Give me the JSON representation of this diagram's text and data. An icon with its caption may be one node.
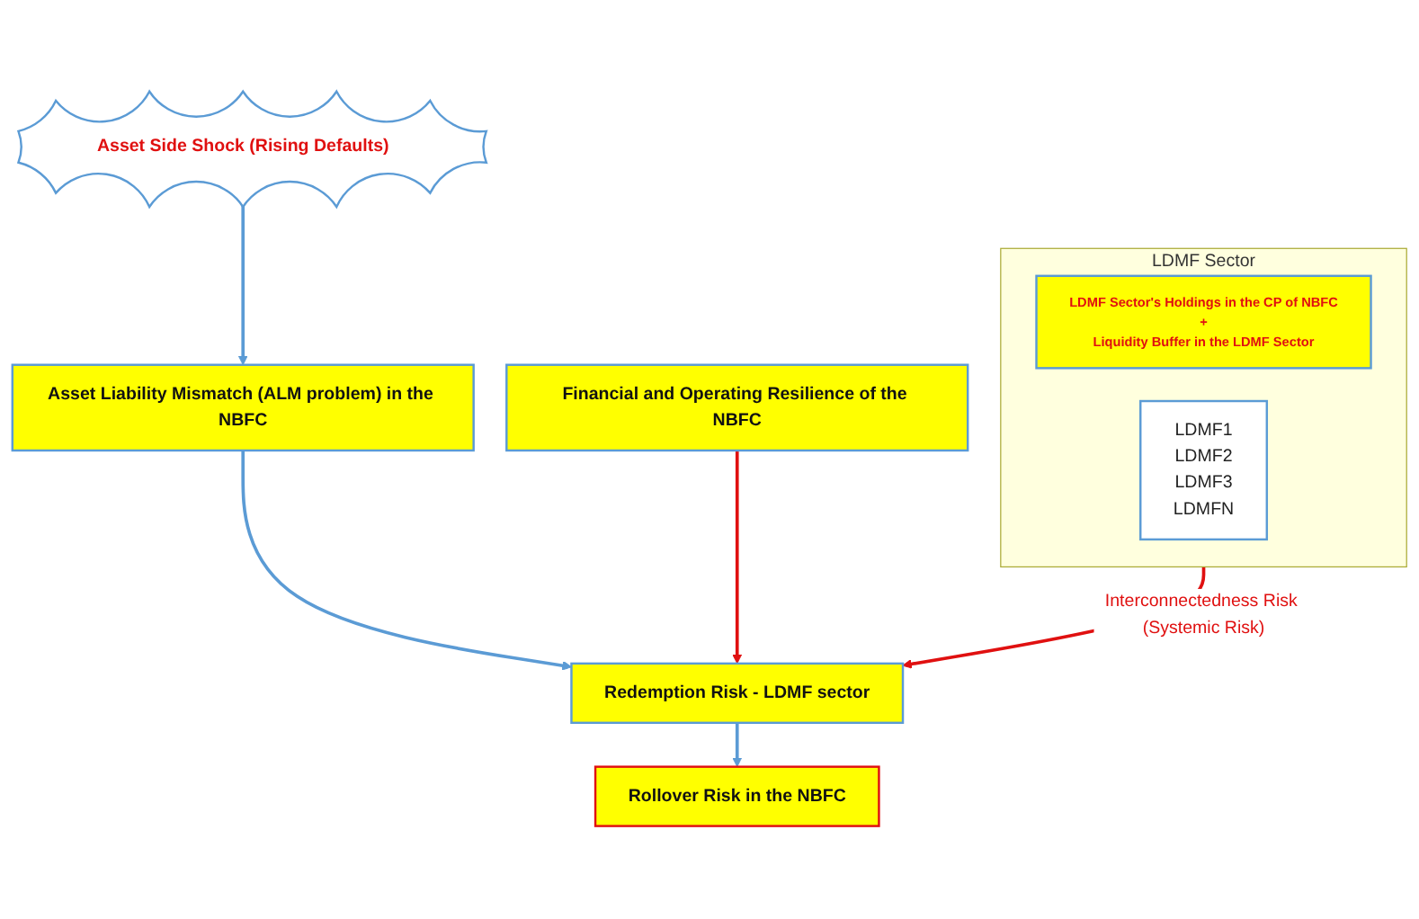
{
  "diagram": {
    "nodes": [
      {
        "text": [
          "Asset Side Shock (Rising Defaults)"
        ]
      },
      {
        "text": [
          "Asset Liability Mismatch (ALM problem) in the NBFC"
        ]
      },
      {
        "text": [
          "Financial and Operating Resilience of the NBFC"
        ]
      },
      {
        "text": [
          "LDMF Sector"
        ]
      },
      {
        "text": [
          "LDMF Sector's Holdings in the CP of NBFC",
          "+",
          "Liquidity Buffer in the LDMF Sector"
        ],
        "in": 3
      },
      {
        "text": [
          "LDMF1",
          "LDMF2",
          "LDMF3",
          "LDMFN"
        ],
        "in": 3
      },
      {
        "text": [
          "Redemption Risk - LDMF sector"
        ]
      },
      {
        "text": [
          "Rollover Risk in the NBFC"
        ]
      }
    ],
    "edges": [
      {
        "from": 0,
        "to": 1,
        "arrow": "to"
      },
      {
        "from": 1,
        "to": 6,
        "arrow": "to"
      },
      {
        "from": 2,
        "to": 6,
        "arrow": "to",
        "color": "#e01010"
      },
      {
        "from": 3,
        "to": 6,
        "arrow": "to",
        "label": "Interconnectedness Risk (Systemic Risk)",
        "color": "#e01010"
      },
      {
        "from": 6,
        "to": 7,
        "arrow": "to"
      }
    ]
  }
}
